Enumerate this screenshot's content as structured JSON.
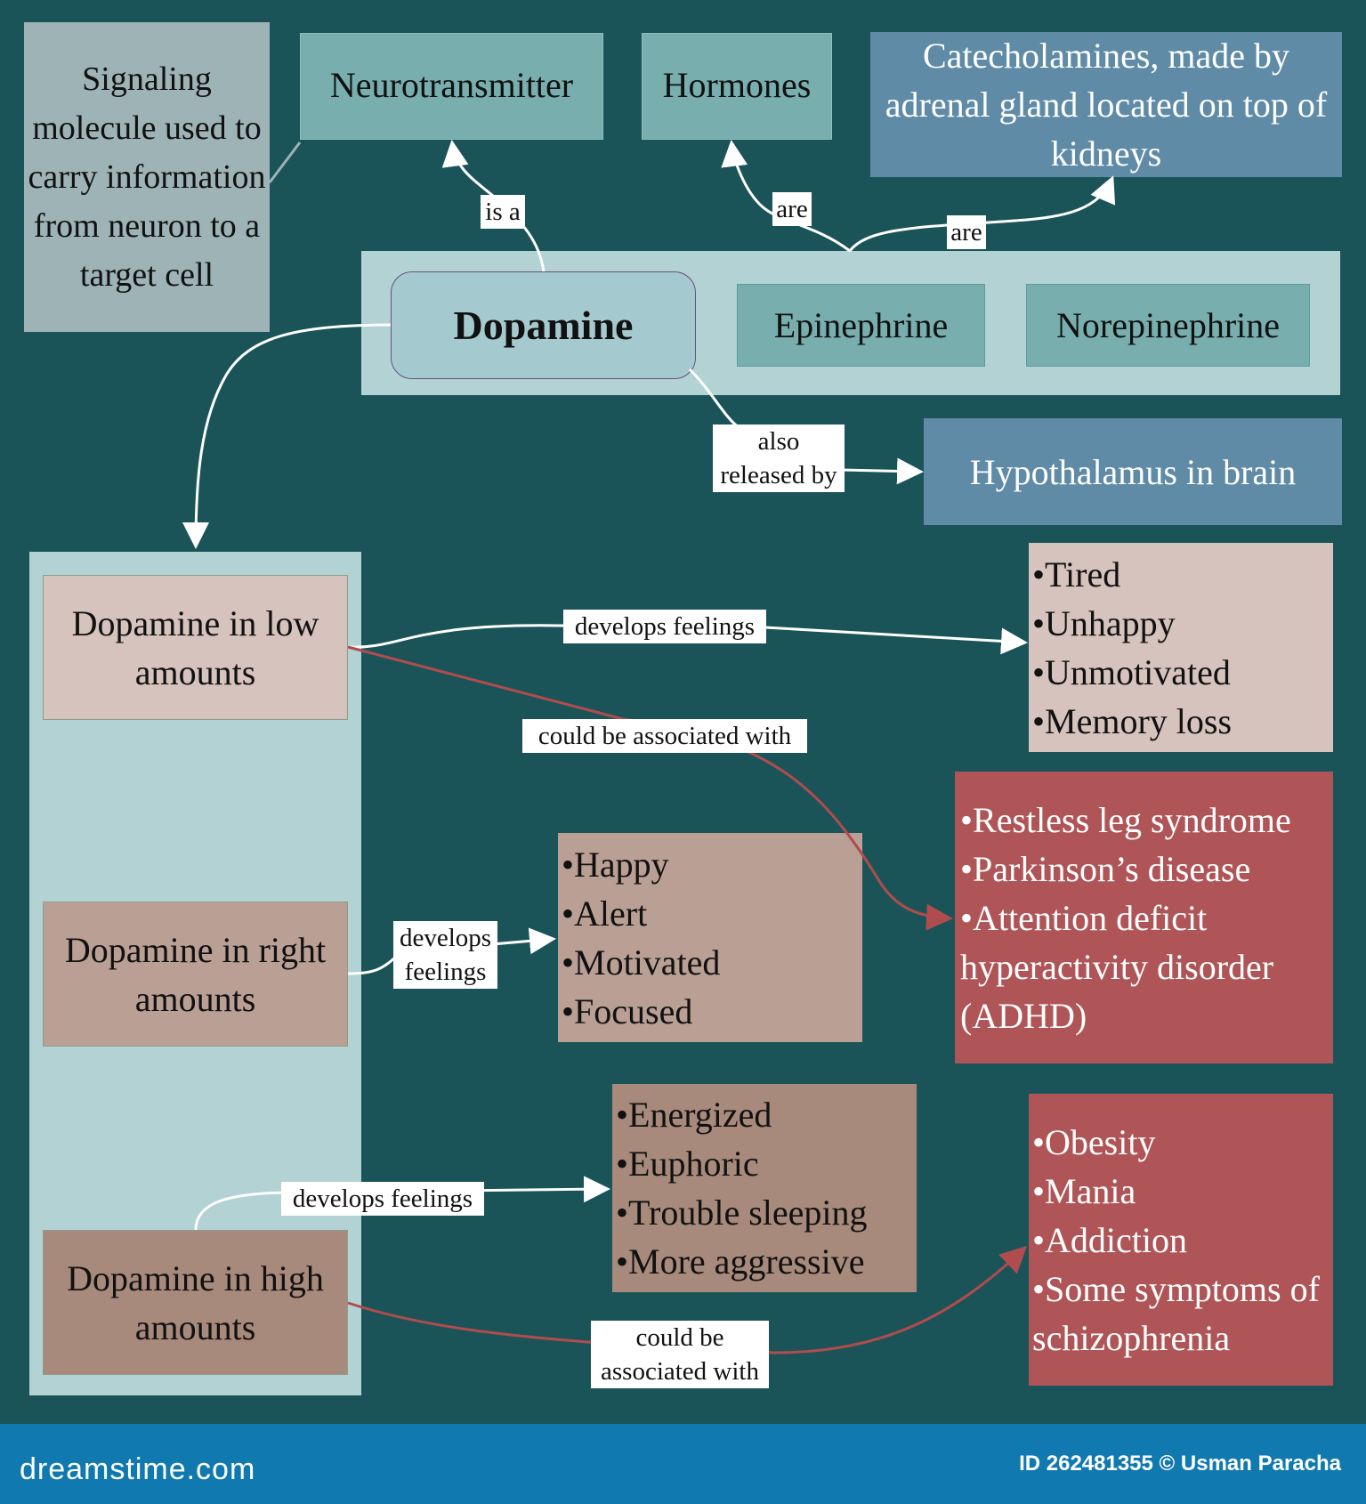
{
  "nodes": {
    "signaling": "Signaling molecule used to carry information from neuron to a target cell",
    "neurotransmitter": "Neurotransmitter",
    "hormones": "Hormones",
    "catecholamines": "Catecholamines, made by adrenal gland located on top of kidneys",
    "dopamine": "Dopamine",
    "epinephrine": "Epinephrine",
    "norepinephrine": "Norepinephrine",
    "hypothalamus": "Hypothalamus in brain",
    "low": "Dopamine in low amounts",
    "right": "Dopamine in right amounts",
    "high": "Dopamine in high amounts",
    "low_feelings": [
      "Tired",
      "Unhappy",
      "Unmotivated",
      "Memory loss"
    ],
    "low_conditions": [
      "Restless leg syndrome",
      "Parkinson’s disease",
      "Attention deficit hyperactivity disorder (ADHD)"
    ],
    "right_feelings": [
      "Happy",
      "Alert",
      "Motivated",
      "Focused"
    ],
    "high_feelings": [
      "Energized",
      "Euphoric",
      "Trouble sleeping",
      "More aggressive"
    ],
    "high_conditions": [
      "Obesity",
      "Mania",
      "Addiction",
      "Some symptoms of schizophrenia"
    ]
  },
  "edge_labels": {
    "is_a": "is a",
    "are_hormones": "are",
    "are_catecholamines": "are",
    "also_released_line1": "also",
    "also_released_line2": "released by",
    "low_feelings": "develops feelings",
    "low_assoc": "could be associated with",
    "right_feelings_line1": "develops",
    "right_feelings_line2": "feelings",
    "high_feelings": "develops feelings",
    "high_assoc_line1": "could be",
    "high_assoc_line2": "associated with"
  },
  "colors": {
    "background": "#1a5458",
    "group_panel": "#b2d2d4",
    "teal_box": "#78aeae",
    "blue_box": "#5f8ba6",
    "dopamine_box": "#a4cad0",
    "gray_box": "#9eb3b6",
    "low_box": "#d6c3bd",
    "right_box": "#ba9f95",
    "high_box": "#a88a7c",
    "red_box": "#b05557",
    "red_arrow": "#b04c4e",
    "white_arrow": "#ffffff",
    "footer": "#0f79b0"
  },
  "watermark": {
    "left": "dreamstime.com",
    "right": "ID 262481355 © Usman Paracha"
  }
}
